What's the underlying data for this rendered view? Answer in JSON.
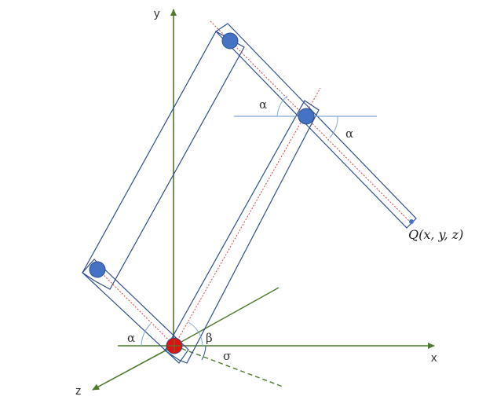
{
  "colors": {
    "axis": "#4e7a2b",
    "link": "#2f4f8f",
    "joint": "#4472c4",
    "base_joint": "#e01010",
    "center_line": "#e04040",
    "helper_line": "#7fa8d8"
  },
  "labels": {
    "x_axis": "x",
    "y_axis": "y",
    "z_axis": "z",
    "alpha": "α",
    "beta": "β",
    "sigma": "σ",
    "point_q": "Q(x, y, z)"
  }
}
